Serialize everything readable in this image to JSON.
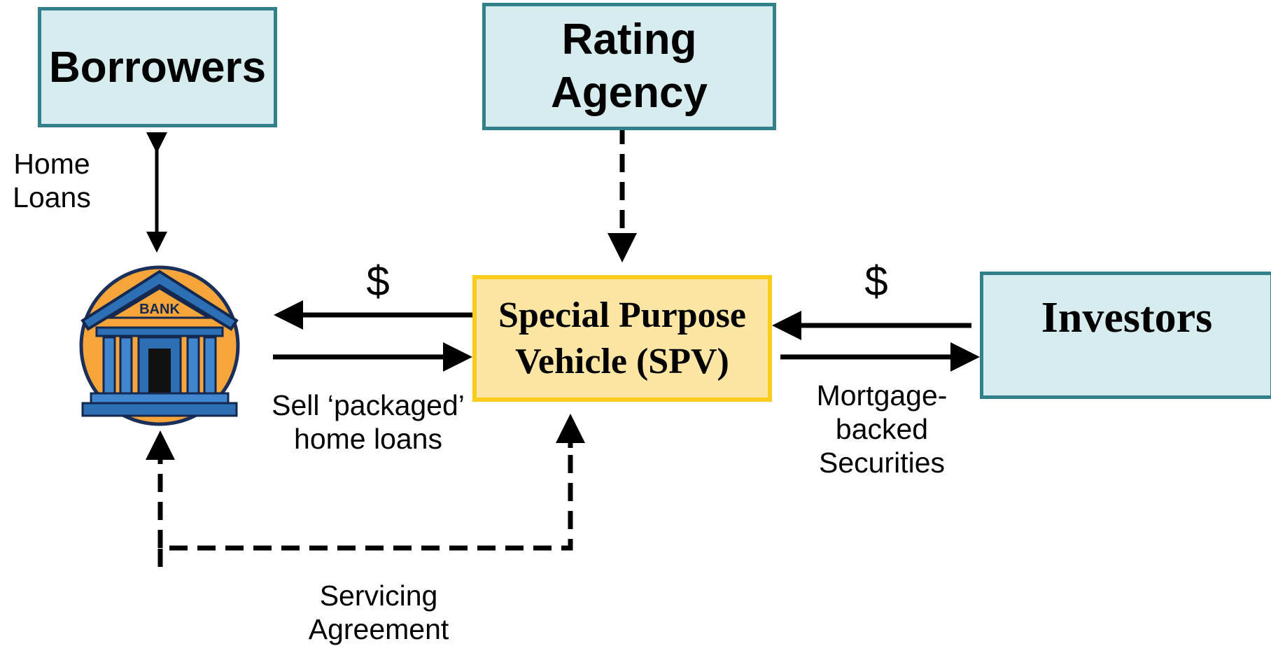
{
  "nodes": {
    "borrowers": "Borrowers",
    "rating_agency": "Rating\nAgency",
    "spv": "Special Purpose\nVehicle (SPV)",
    "investors": "Investors",
    "bank_sign": "BANK"
  },
  "labels": {
    "home_loans": "Home\nLoans",
    "dollar_bank": "$",
    "dollar_investors": "$",
    "sell_packaged": "Sell ‘packaged’\nhome loans",
    "mbs": "Mortgage-\nbacked\nSecurities",
    "servicing": "Servicing\nAgreement"
  },
  "colors": {
    "teal_fill": "#d6ecee",
    "teal_border": "#31808a",
    "spv_fill": "#fde5a3",
    "spv_border": "#fbcc1a",
    "bank_blue": "#2d6fb5",
    "bank_orange": "#f5a53a"
  },
  "icons": {
    "bank": "bank-building-icon"
  }
}
